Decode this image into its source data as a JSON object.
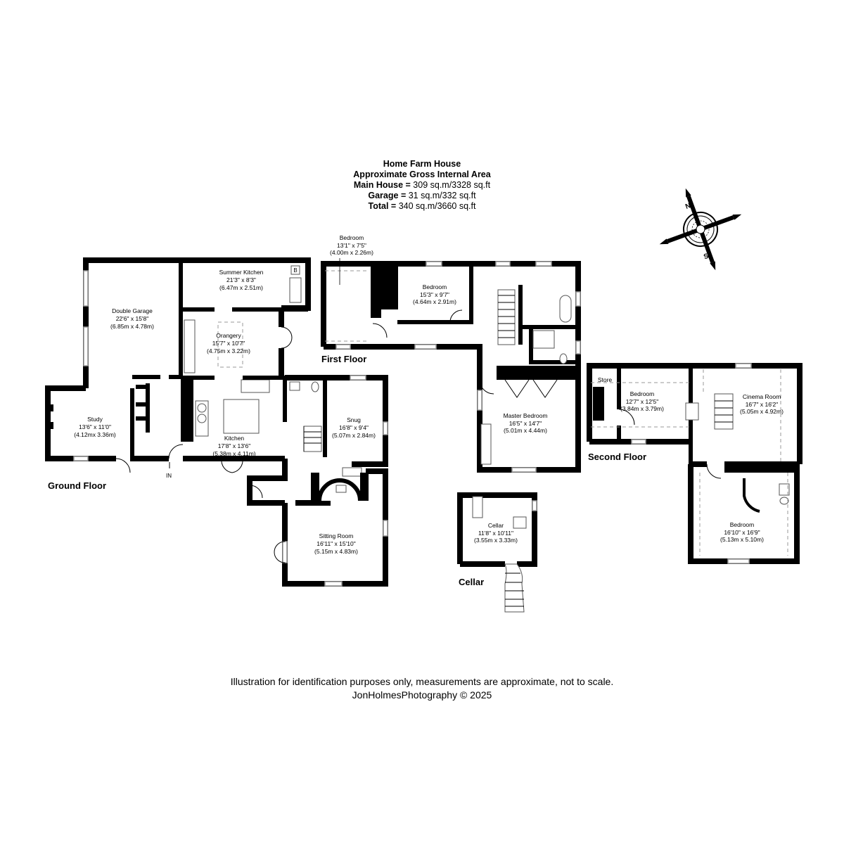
{
  "header": {
    "title": "Home Farm House",
    "subtitle": "Approximate Gross Internal Area",
    "areas": [
      {
        "label": "Main House",
        "value": "309 sq.m/3328 sq.ft"
      },
      {
        "label": "Garage",
        "value": "31 sq.m/332 sq.ft"
      },
      {
        "label": "Total",
        "value": "340 sq.m/3660 sq.ft"
      }
    ],
    "eq": " = "
  },
  "compass": {
    "north": "N",
    "south": "S"
  },
  "floors": {
    "ground": "Ground Floor",
    "first": "First Floor",
    "second": "Second Floor",
    "cellar": "Cellar"
  },
  "entrance_label": "IN",
  "boiler_label": "B",
  "rooms": {
    "garage": {
      "name": "Double Garage",
      "imperial": "22'6\" x 15'8\"",
      "metric": "(6.85m x 4.78m)"
    },
    "summer_kitchen": {
      "name": "Summer Kitchen",
      "imperial": "21'3\" x 8'3\"",
      "metric": "(6.47m x 2.51m)"
    },
    "orangery": {
      "name": "Orangery",
      "imperial": "15'7\" x 10'7\"",
      "metric": "(4.75m x 3.22m)"
    },
    "study": {
      "name": "Study",
      "imperial": "13'6\" x 11'0\"",
      "metric": "(4.12mx 3.36m)"
    },
    "kitchen": {
      "name": "Kitchen",
      "imperial": "17'8\" x 13'6\"",
      "metric": "(5.38m x 4.11m)"
    },
    "snug": {
      "name": "Snug",
      "imperial": "16'8\" x 9'4\"",
      "metric": "(5.07m x 2.84m)"
    },
    "sitting": {
      "name": "Sitting Room",
      "imperial": "16'11\" x 15'10\"",
      "metric": "(5.15m x 4.83m)"
    },
    "ff_bed1": {
      "name": "Bedroom",
      "imperial": "13'1\" x 7'5\"",
      "metric": "(4.00m x 2.26m)"
    },
    "ff_bed2": {
      "name": "Bedroom",
      "imperial": "15'3\" x 9'7\"",
      "metric": "(4.64m x 2.91m)"
    },
    "master": {
      "name": "Master Bedroom",
      "imperial": "16'5\" x 14'7\"",
      "metric": "(5.01m x 4.44m)"
    },
    "cellar": {
      "name": "Cellar",
      "imperial": "11'8\" x 10'11\"",
      "metric": "(3.55m x 3.33m)"
    },
    "store": {
      "name": "Store"
    },
    "sf_bed1": {
      "name": "Bedroom",
      "imperial": "12'7\" x 12'5\"",
      "metric": "(3.84m x 3.79m)"
    },
    "cinema": {
      "name": "Cinema Room",
      "imperial": "16'7\" x 16'2\"",
      "metric": "(5.05m x 4.92m)"
    },
    "sf_bed2": {
      "name": "Bedroom",
      "imperial": "16'10\" x 16'9\"",
      "metric": "(5.13m x 5.10m)"
    }
  },
  "footer": {
    "disclaimer": "Illustration for identification purposes only, measurements are approximate, not to scale.",
    "credit": "JonHolmesPhotography © 2025"
  }
}
